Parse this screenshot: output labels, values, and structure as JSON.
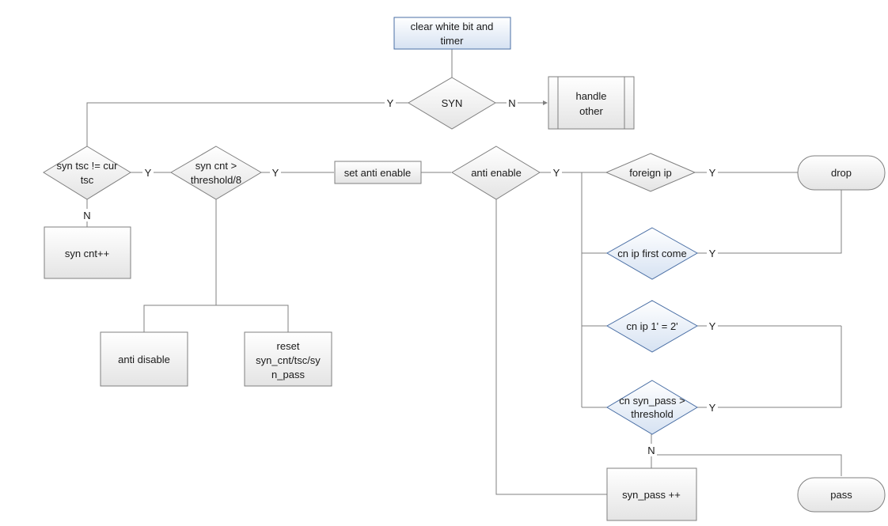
{
  "nodes": {
    "start": "clear white bit and timer",
    "syn": "SYN",
    "handle_other": "handle other",
    "syn_tsc_check": "syn tsc != cur tsc",
    "syn_cnt_check": "syn cnt > threshold/8",
    "set_anti_enable": "set anti enable",
    "anti_enable": "anti enable",
    "foreign_ip": "foreign ip",
    "drop": "drop",
    "syn_cnt_inc": "syn cnt++",
    "cn_ip_first": "cn ip first come",
    "anti_disable": "anti disable",
    "reset": "reset syn_cnt/tsc/syn_pass",
    "cn_ip_12": "cn ip 1' = 2'",
    "cn_syn_pass": "cn syn_pass > threshold",
    "syn_pass_inc": "syn_pass ++",
    "pass": "pass"
  },
  "edge_labels": {
    "yes": "Y",
    "no": "N"
  }
}
